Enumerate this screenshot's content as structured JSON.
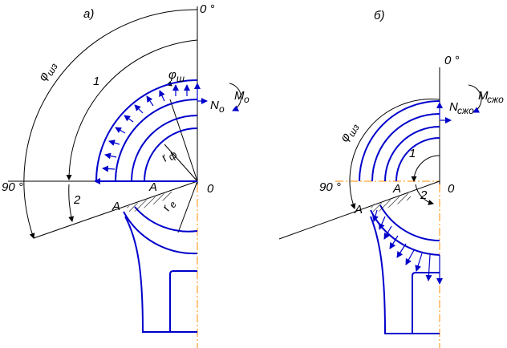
{
  "left": {
    "panel": "а)",
    "top_angle": "0 °",
    "side_angle": "90 °",
    "origin": "0",
    "phi_total": "φ",
    "phi_total_sub": "шз",
    "phi_s": "φ",
    "phi_s_sub": "ш",
    "r_f": "r",
    "r_f_sub": "ф",
    "r_e": "r",
    "r_e_sub": "e",
    "n_label": "N",
    "n_sub": "о",
    "m_label": "M",
    "m_sub": "о",
    "zone1": "1",
    "zone2": "2",
    "point_a1": "A",
    "point_a2": "A"
  },
  "right": {
    "panel": "б)",
    "top_angle": "0 °",
    "side_angle": "90 °",
    "origin": "0",
    "phi_total": "φ",
    "phi_total_sub": "шз",
    "n_label": "N",
    "n_sub": "сжо",
    "m_label": "M",
    "m_sub": "сжо",
    "zone1": "1",
    "zone2": "2",
    "point_a1": "A",
    "point_a2": "A"
  },
  "colors": {
    "blue": "#0000cc",
    "axis": "#ff8c00",
    "line": "#000000"
  }
}
